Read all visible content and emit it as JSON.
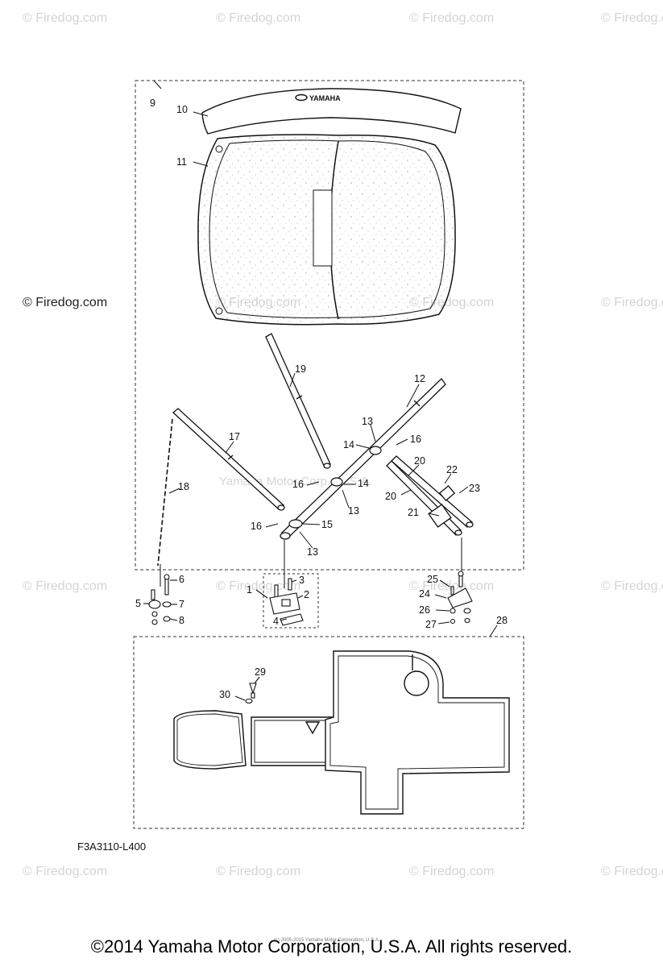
{
  "watermarks": {
    "text": "© Firedog.com",
    "dark_text": "© Firedog.com",
    "ghost_text": "Yamaha Motor Corp., U.S.A."
  },
  "diagram": {
    "drawing_code": "F3A3110-L400",
    "brand_text": "YAMAHA",
    "callouts": [
      "1",
      "2",
      "3",
      "4",
      "5",
      "6",
      "7",
      "8",
      "9",
      "10",
      "11",
      "12",
      "13",
      "13",
      "13",
      "14",
      "14",
      "15",
      "16",
      "16",
      "16",
      "17",
      "18",
      "19",
      "20",
      "20",
      "21",
      "22",
      "23",
      "24",
      "25",
      "26",
      "27",
      "28",
      "29",
      "30"
    ]
  },
  "footer": {
    "copyright": "©2014 Yamaha Motor Corporation, U.S.A. All rights reserved.",
    "fine_print": "(c) 2005-2015 Yamaha Motor Corporation, U.S.A."
  },
  "colors": {
    "line": "#111111",
    "watermark": "#d4d4d4",
    "background": "#ffffff"
  }
}
